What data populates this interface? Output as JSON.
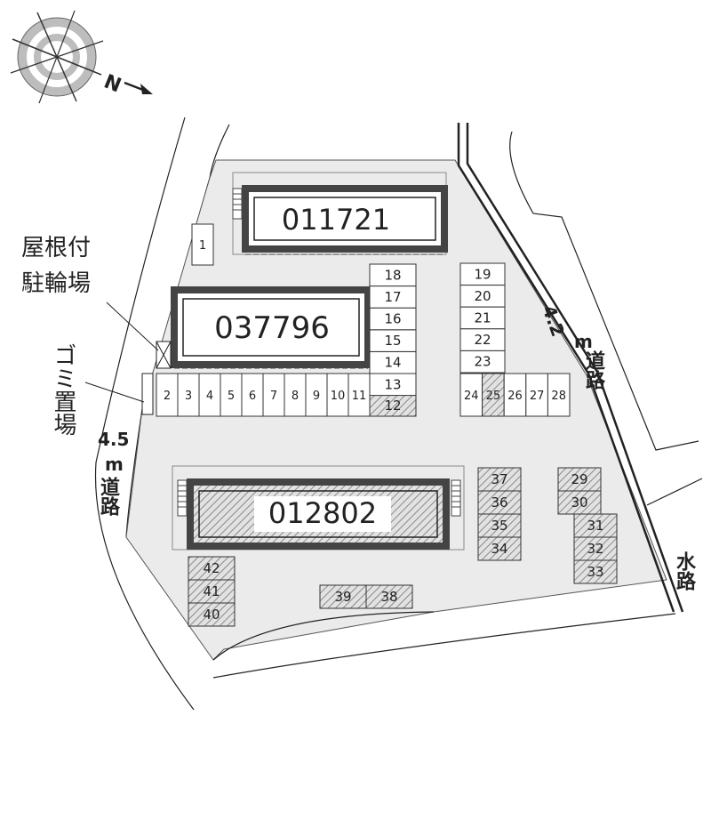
{
  "compass": {
    "north_label": "N",
    "icon": "compass-rose-icon"
  },
  "buildings": [
    {
      "id": "b1",
      "label": "011721"
    },
    {
      "id": "b2",
      "label": "037796"
    },
    {
      "id": "b3",
      "label": "012802"
    }
  ],
  "labels": {
    "bike_shelter_line1": "屋根付",
    "bike_shelter_line2": "駐輪場",
    "garbage": "ゴミ置場",
    "road_left_width": "4.5",
    "road_left_unit": "m",
    "road_left_name": "道路",
    "road_right_width": "4.2",
    "road_right_unit": "m",
    "road_right_name": "道路",
    "waterway": "水路"
  },
  "parking": [
    {
      "n": "1",
      "hatched": false
    },
    {
      "n": "2",
      "hatched": false
    },
    {
      "n": "3",
      "hatched": false
    },
    {
      "n": "4",
      "hatched": false
    },
    {
      "n": "5",
      "hatched": false
    },
    {
      "n": "6",
      "hatched": false
    },
    {
      "n": "7",
      "hatched": false
    },
    {
      "n": "8",
      "hatched": false
    },
    {
      "n": "9",
      "hatched": false
    },
    {
      "n": "10",
      "hatched": false
    },
    {
      "n": "11",
      "hatched": false
    },
    {
      "n": "12",
      "hatched": true
    },
    {
      "n": "13",
      "hatched": false
    },
    {
      "n": "14",
      "hatched": false
    },
    {
      "n": "15",
      "hatched": false
    },
    {
      "n": "16",
      "hatched": false
    },
    {
      "n": "17",
      "hatched": false
    },
    {
      "n": "18",
      "hatched": false
    },
    {
      "n": "19",
      "hatched": false
    },
    {
      "n": "20",
      "hatched": false
    },
    {
      "n": "21",
      "hatched": false
    },
    {
      "n": "22",
      "hatched": false
    },
    {
      "n": "23",
      "hatched": false
    },
    {
      "n": "24",
      "hatched": false
    },
    {
      "n": "25",
      "hatched": true
    },
    {
      "n": "26",
      "hatched": false
    },
    {
      "n": "27",
      "hatched": false
    },
    {
      "n": "28",
      "hatched": false
    },
    {
      "n": "29",
      "hatched": true
    },
    {
      "n": "30",
      "hatched": true
    },
    {
      "n": "31",
      "hatched": true
    },
    {
      "n": "32",
      "hatched": true
    },
    {
      "n": "33",
      "hatched": true
    },
    {
      "n": "34",
      "hatched": true
    },
    {
      "n": "35",
      "hatched": true
    },
    {
      "n": "36",
      "hatched": true
    },
    {
      "n": "37",
      "hatched": true
    },
    {
      "n": "38",
      "hatched": true
    },
    {
      "n": "39",
      "hatched": true
    },
    {
      "n": "40",
      "hatched": true
    },
    {
      "n": "41",
      "hatched": true
    },
    {
      "n": "42",
      "hatched": true
    }
  ],
  "colors": {
    "lot": "#ebebeb",
    "line": "#222222",
    "building": "#444444",
    "hatch": "#9a9a9a"
  }
}
